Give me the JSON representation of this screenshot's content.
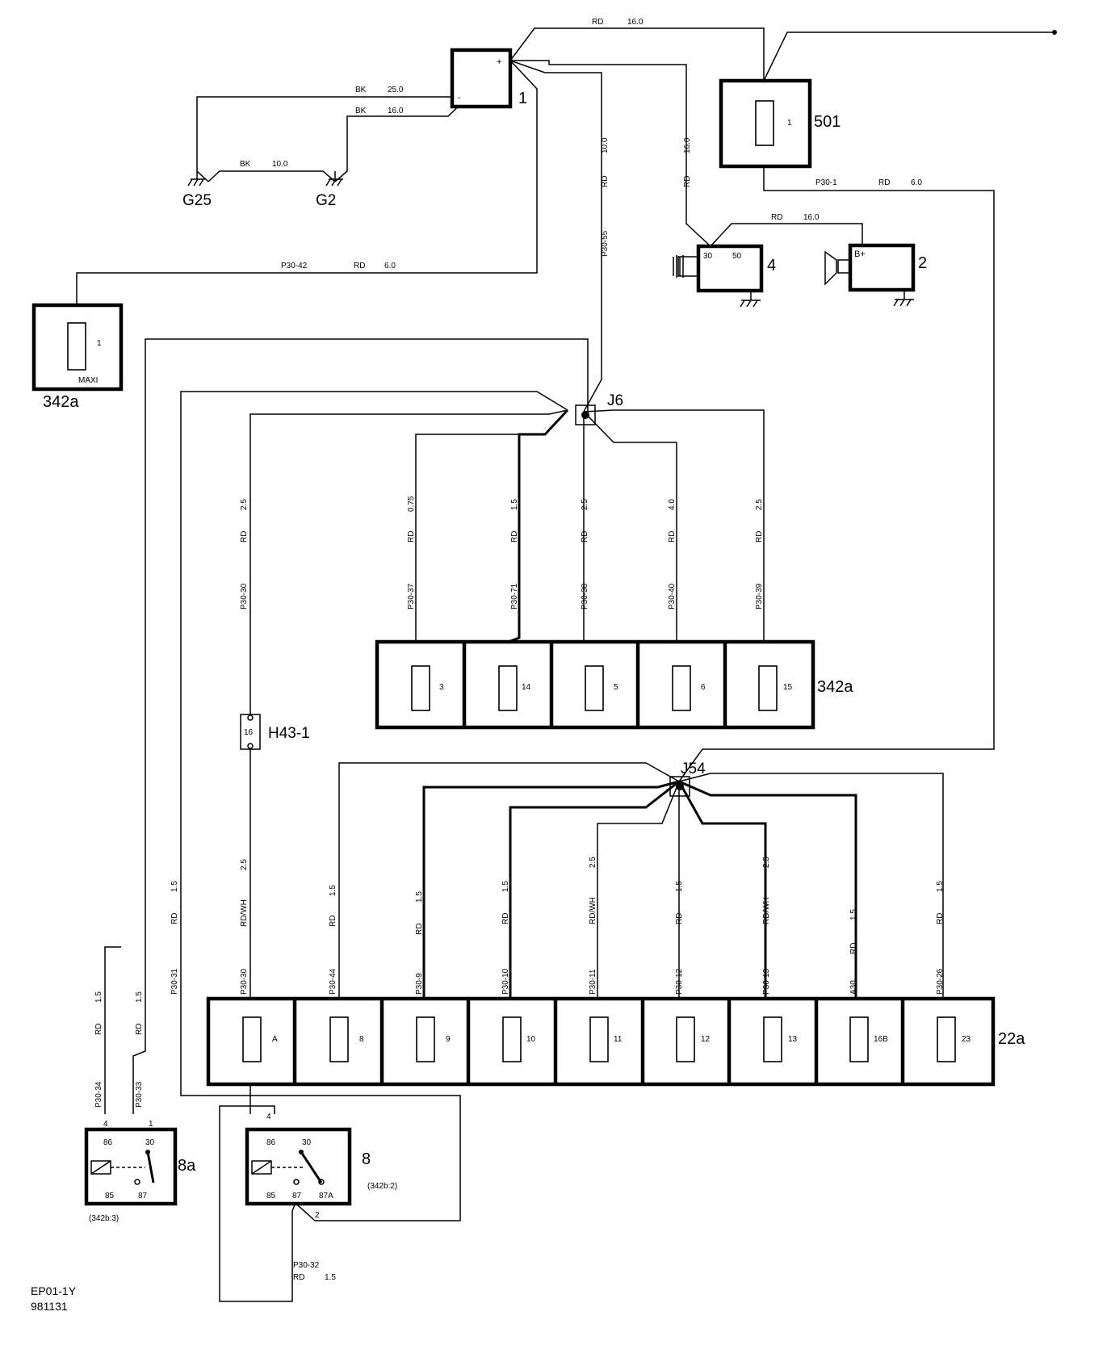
{
  "components": {
    "battery": {
      "id": "1",
      "plus": "+",
      "minus": "-"
    },
    "fuse_501": {
      "id": "501",
      "fuse": "1"
    },
    "fuse_342a_top": {
      "id": "342a",
      "fuse": "1",
      "type": "MAXI"
    },
    "starter": {
      "id": "4",
      "t30": "30",
      "t50": "50"
    },
    "alternator": {
      "id": "2",
      "terminal": "B+"
    },
    "fusebox_342a": {
      "id": "342a",
      "fuses": [
        "3",
        "14",
        "5",
        "6",
        "15"
      ]
    },
    "fusebox_22a": {
      "id": "22a",
      "fuses": [
        "A",
        "8",
        "9",
        "10",
        "11",
        "12",
        "13",
        "16B",
        "23"
      ]
    },
    "relay_8a": {
      "id": "8a",
      "pins": {
        "p86": "86",
        "p30": "30",
        "p85": "85",
        "p87": "87",
        "in4": "4",
        "in1": "1"
      },
      "ref": "(342b:3)"
    },
    "relay_8": {
      "id": "8",
      "pins": {
        "p86": "86",
        "p30": "30",
        "p85": "85",
        "p87": "87",
        "p87a": "87A",
        "in4": "4",
        "out2": "2"
      },
      "ref": "(342b:2)"
    },
    "connector_h43": {
      "id": "H43-1",
      "pin": "16"
    },
    "junction_j6": {
      "id": "J6"
    },
    "junction_j54": {
      "id": "J54"
    },
    "ground_g25": {
      "id": "G25"
    },
    "ground_g2": {
      "id": "G2"
    }
  },
  "wires": {
    "top_rd": {
      "color": "RD",
      "size": "16.0"
    },
    "bk_25": {
      "color": "BK",
      "size": "25.0"
    },
    "bk_16": {
      "color": "BK",
      "size": "16.0"
    },
    "bk_10": {
      "color": "BK",
      "size": "10.0"
    },
    "p3055": {
      "id": "P30-55",
      "color": "RD",
      "size": "10.0"
    },
    "starter_feed": {
      "color": "RD",
      "size": "16.0"
    },
    "alt_feed": {
      "color": "RD",
      "size": "16.0"
    },
    "p301": {
      "id": "P30-1",
      "color": "RD",
      "size": "6.0"
    },
    "p3042": {
      "id": "P30-42",
      "color": "RD",
      "size": "6.0"
    },
    "p3030_upper": {
      "id": "P30-30",
      "color": "RD",
      "size": "2.5"
    },
    "p3037": {
      "id": "P30-37",
      "color": "RD",
      "size": "0.75"
    },
    "p3071": {
      "id": "P30-71",
      "color": "RD",
      "size": "1.5"
    },
    "p3038": {
      "id": "P30-38",
      "color": "RD",
      "size": "2.5"
    },
    "p3040": {
      "id": "P30-40",
      "color": "RD",
      "size": "4.0"
    },
    "p3039": {
      "id": "P30-39",
      "color": "RD",
      "size": "2.5"
    },
    "p3030_lower": {
      "id": "P30-30",
      "color": "RD/WH",
      "size": "2.5"
    },
    "p3044": {
      "id": "P30-44",
      "color": "RD",
      "size": "1.5"
    },
    "p309": {
      "id": "P30-9",
      "color": "RD",
      "size": "1.5"
    },
    "p3010": {
      "id": "P30-10",
      "color": "RD",
      "size": "1.5"
    },
    "p3011": {
      "id": "P30-11",
      "color": "RD/WH",
      "size": "2.5"
    },
    "p3012": {
      "id": "P30-12",
      "color": "RD",
      "size": "1.5"
    },
    "p3013": {
      "id": "P30-13",
      "color": "RD/WH",
      "size": "2.5"
    },
    "a30": {
      "id": "A30",
      "color": "RD",
      "size": "1.5"
    },
    "p3026": {
      "id": "P30-26",
      "color": "RD",
      "size": "1.5"
    },
    "p3031": {
      "id": "P30-31",
      "color": "RD",
      "size": "1.5"
    },
    "p3034": {
      "id": "P30-34",
      "color": "RD",
      "size": "1.5"
    },
    "p3033": {
      "id": "P30-33",
      "color": "RD",
      "size": "1.5"
    },
    "p3032": {
      "id": "P30-32",
      "color": "RD",
      "size": "1.5"
    }
  },
  "footer": {
    "code": "EP01-1Y",
    "date": "981131"
  }
}
